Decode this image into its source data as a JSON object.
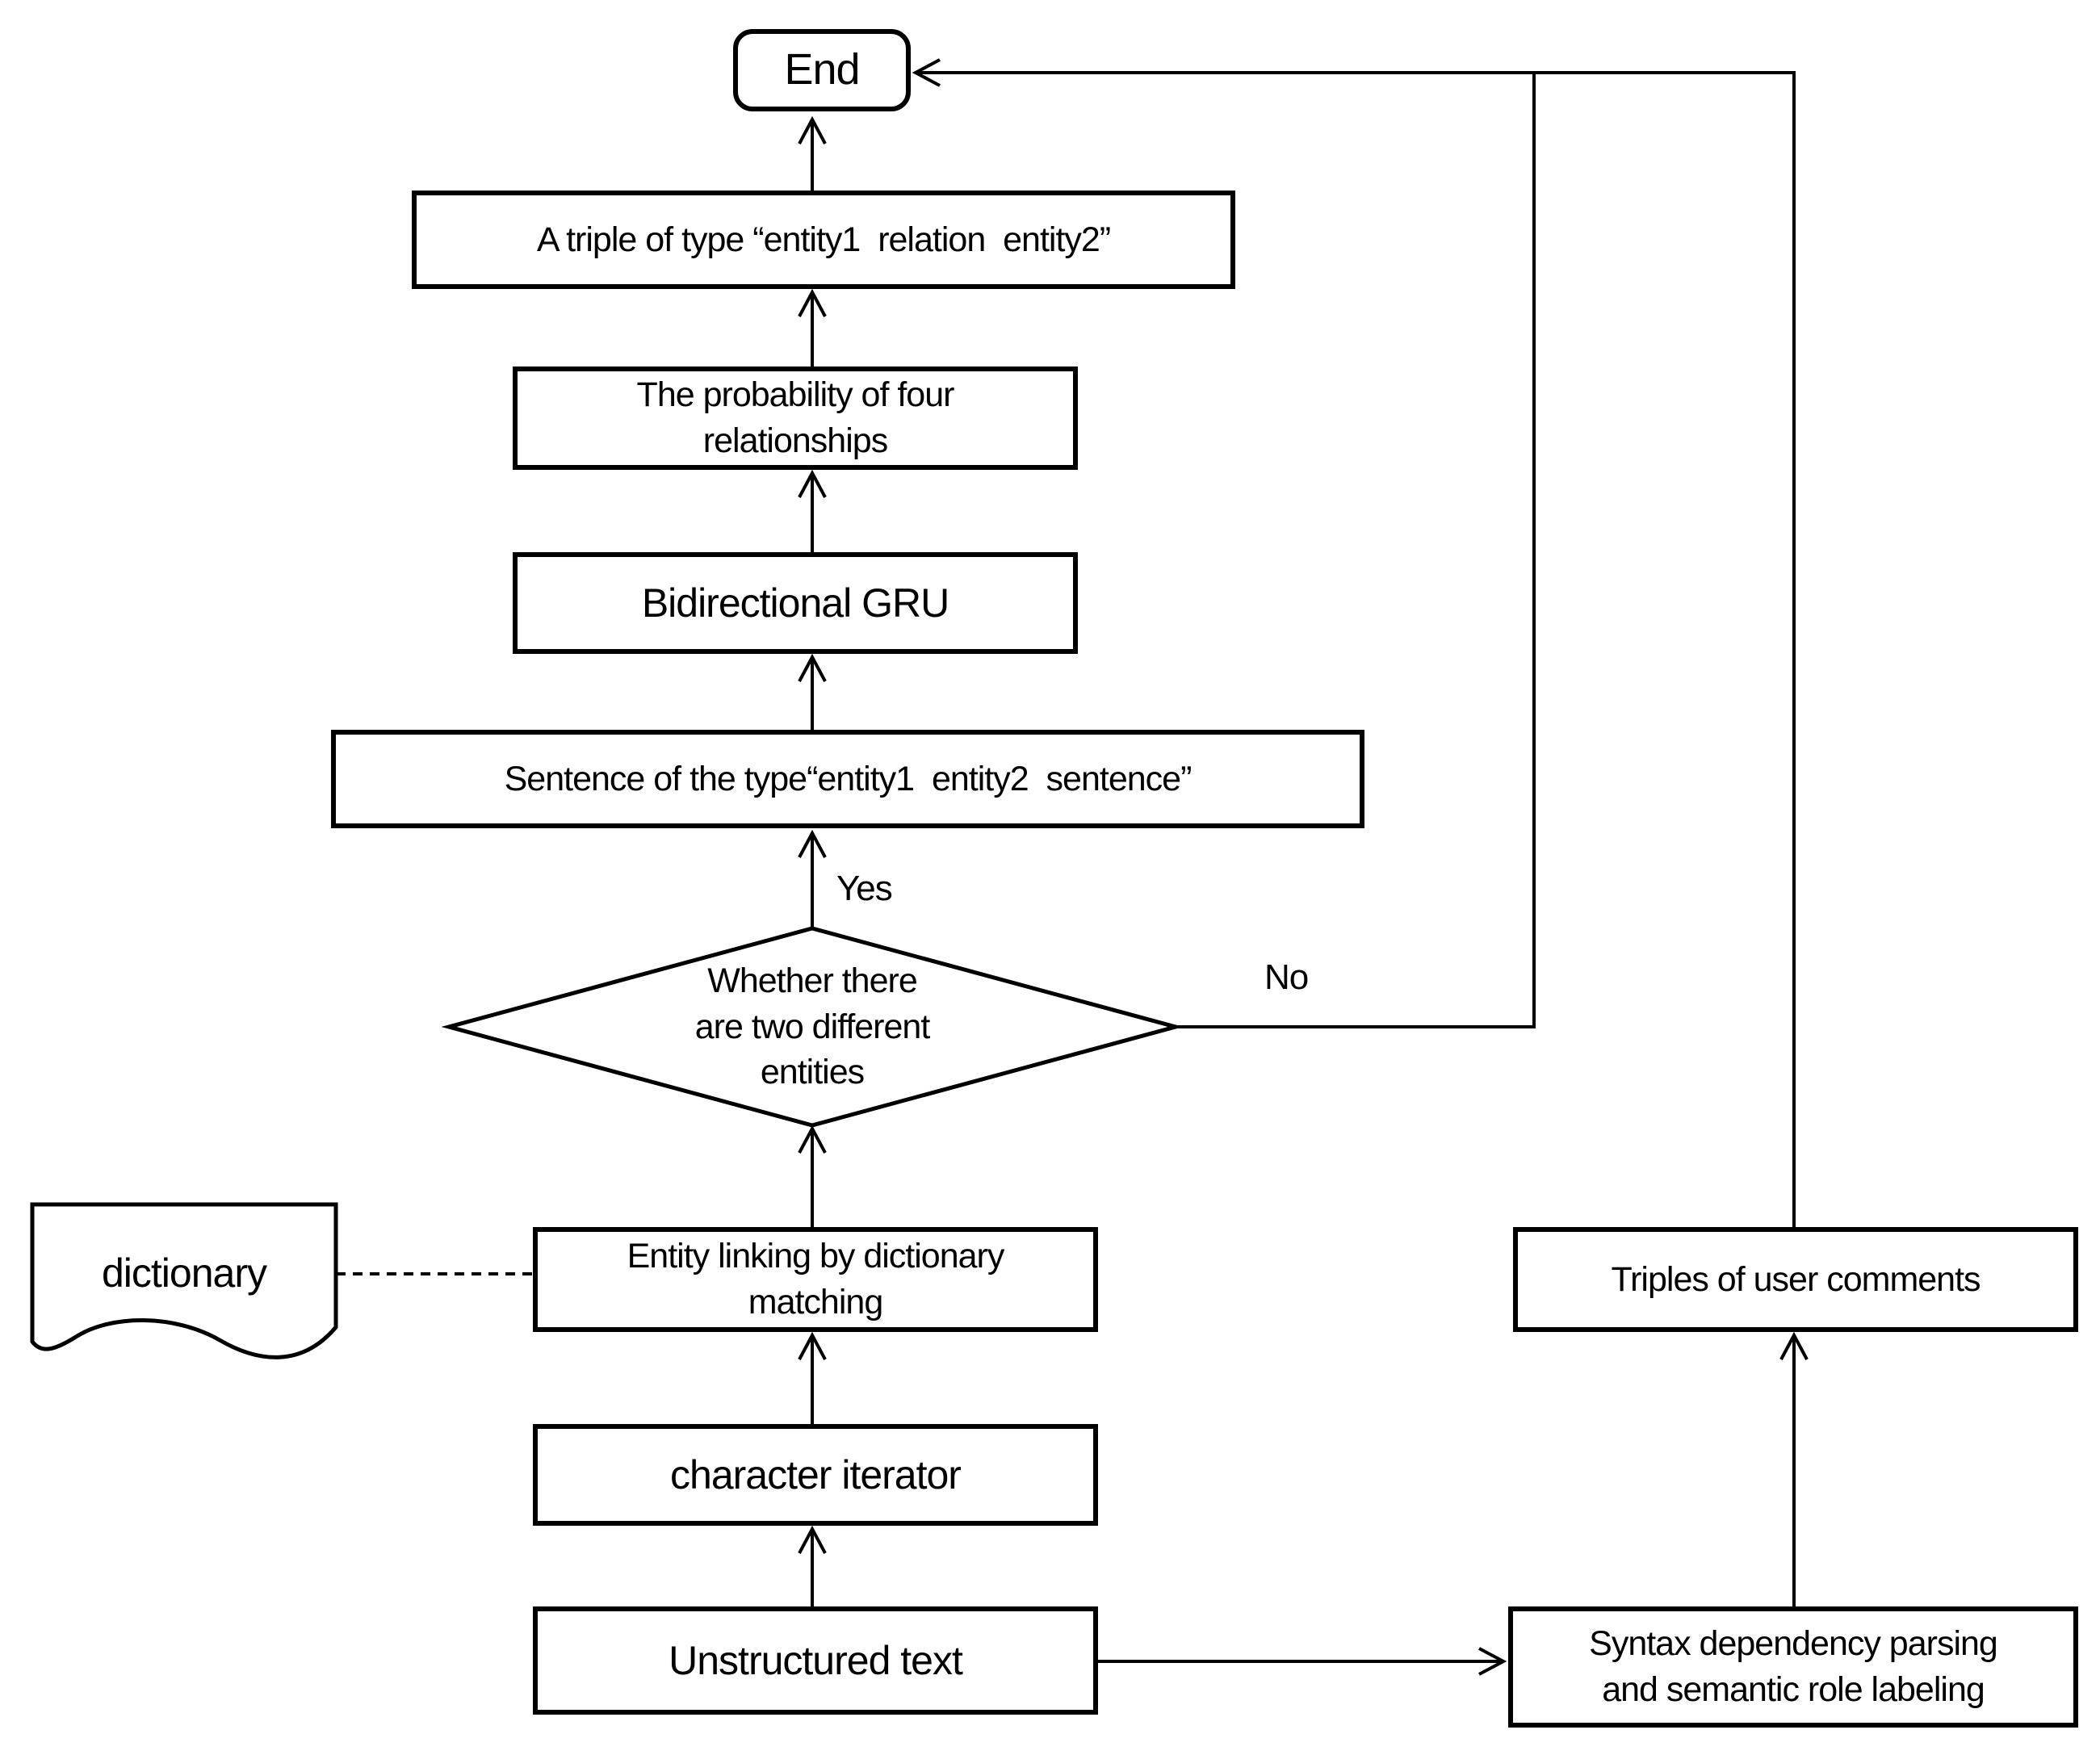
{
  "colors": {
    "background": "#ffffff",
    "line": "#000000",
    "text": "#000000"
  },
  "nodes": {
    "end": {
      "label": "End"
    },
    "triple": {
      "label": "A triple of type “entity1  relation  entity2”"
    },
    "probability": {
      "lines": [
        "The probability of four",
        "relationships"
      ]
    },
    "gru": {
      "label": "Bidirectional GRU"
    },
    "sentence": {
      "label": "Sentence of the type“entity1  entity2  sentence”"
    },
    "decision": {
      "lines": [
        "Whether there",
        "are two different",
        "entities"
      ]
    },
    "dictionary": {
      "label": "dictionary"
    },
    "entity_linking": {
      "lines": [
        "Entity linking by dictionary",
        "matching"
      ]
    },
    "triples_comments": {
      "label": "Triples of user comments"
    },
    "char_iterator": {
      "label": "character iterator"
    },
    "unstructured": {
      "label": "Unstructured text"
    },
    "syntax": {
      "lines": [
        "Syntax dependency parsing",
        "and semantic role labeling"
      ]
    }
  },
  "edge_labels": {
    "yes": "Yes",
    "no": "No"
  }
}
